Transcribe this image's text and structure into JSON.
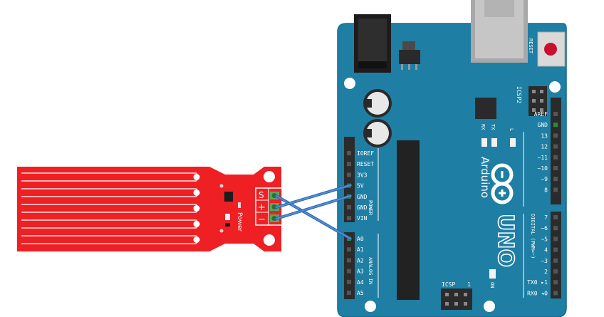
{
  "colors": {
    "board": "#1f7ea3",
    "board_edge": "#1a6f91",
    "sensor": "#ee2024",
    "trace": "#f7b2b2",
    "wire": "#3b77c4",
    "header": "#2b2b2b",
    "pin_green": "#2d8a36"
  },
  "board": {
    "brand": "Arduino",
    "model": "UNO",
    "reset_label": "RESET",
    "icsp2_label": "ICSP2",
    "icsp_label": "ICSP",
    "icsp_pin_1": "1",
    "rx_label": "RX",
    "tx_label": "TX",
    "l_label": "L",
    "on_label": "ON",
    "power_label": "POWER",
    "analog_label": "ANALOG IN",
    "digital_label": "DIGITAL (PWM=~)",
    "power_pins": [
      "IOREF",
      "RESET",
      "3V3",
      "5V",
      "GND",
      "GND",
      "VIN"
    ],
    "analog_pins": [
      "A0",
      "A1",
      "A2",
      "A3",
      "A4",
      "A5"
    ],
    "digital_upper": [
      "AREF",
      "GND",
      "13",
      "12",
      "~11",
      "~10",
      "~9",
      "8"
    ],
    "digital_lower": [
      "7",
      "~6",
      "~5",
      "4",
      "~3",
      "2",
      "TX0 ▸1",
      "RX0 ◂0"
    ]
  },
  "sensor": {
    "terminal_labels": [
      "S",
      "+",
      "−"
    ],
    "power_label": "Power"
  },
  "icons": {
    "arduino_logo": "infinity-logo-icon",
    "reset": "reset-button-icon"
  }
}
